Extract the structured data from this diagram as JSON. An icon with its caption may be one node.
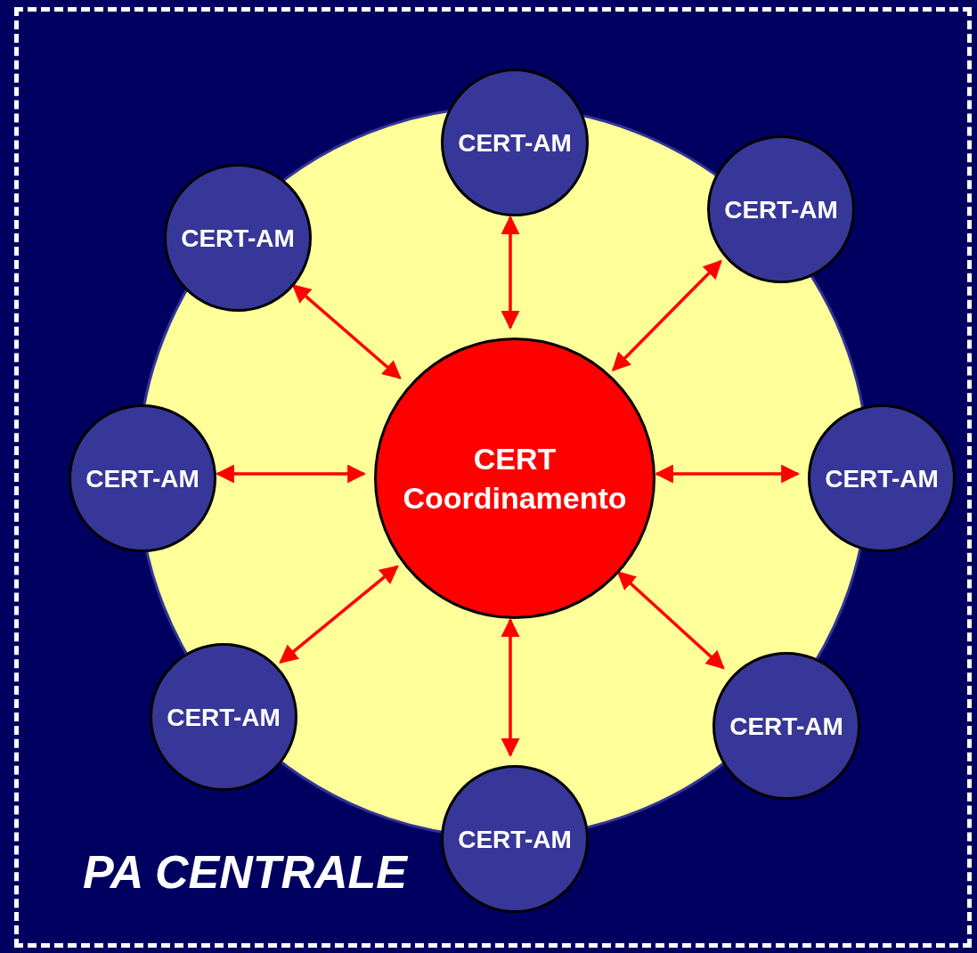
{
  "diagram": {
    "nodes": [
      {
        "text": [
          "PA CENTRALE"
        ]
      },
      {
        "text": [
          "CERT Coordinamento"
        ],
        "in": 0
      },
      {
        "text": [
          "CERT-AM"
        ],
        "in": 0
      },
      {
        "text": [
          "CERT-AM"
        ],
        "in": 0
      },
      {
        "text": [
          "CERT-AM"
        ],
        "in": 0
      },
      {
        "text": [
          "CERT-AM"
        ],
        "in": 0
      },
      {
        "text": [
          "CERT-AM"
        ],
        "in": 0
      },
      {
        "text": [
          "CERT-AM"
        ],
        "in": 0
      },
      {
        "text": [
          "CERT-AM"
        ],
        "in": 0
      },
      {
        "text": [
          "CERT-AM"
        ],
        "in": 0
      }
    ],
    "edges": [
      {
        "from": 1,
        "to": 2,
        "arrow": "both"
      },
      {
        "from": 1,
        "to": 3,
        "arrow": "both"
      },
      {
        "from": 1,
        "to": 4,
        "arrow": "both"
      },
      {
        "from": 1,
        "to": 5,
        "arrow": "both"
      },
      {
        "from": 1,
        "to": 6,
        "arrow": "both"
      },
      {
        "from": 1,
        "to": 7,
        "arrow": "both"
      },
      {
        "from": 1,
        "to": 8,
        "arrow": "both"
      },
      {
        "from": 1,
        "to": 9,
        "arrow": "both"
      }
    ]
  }
}
